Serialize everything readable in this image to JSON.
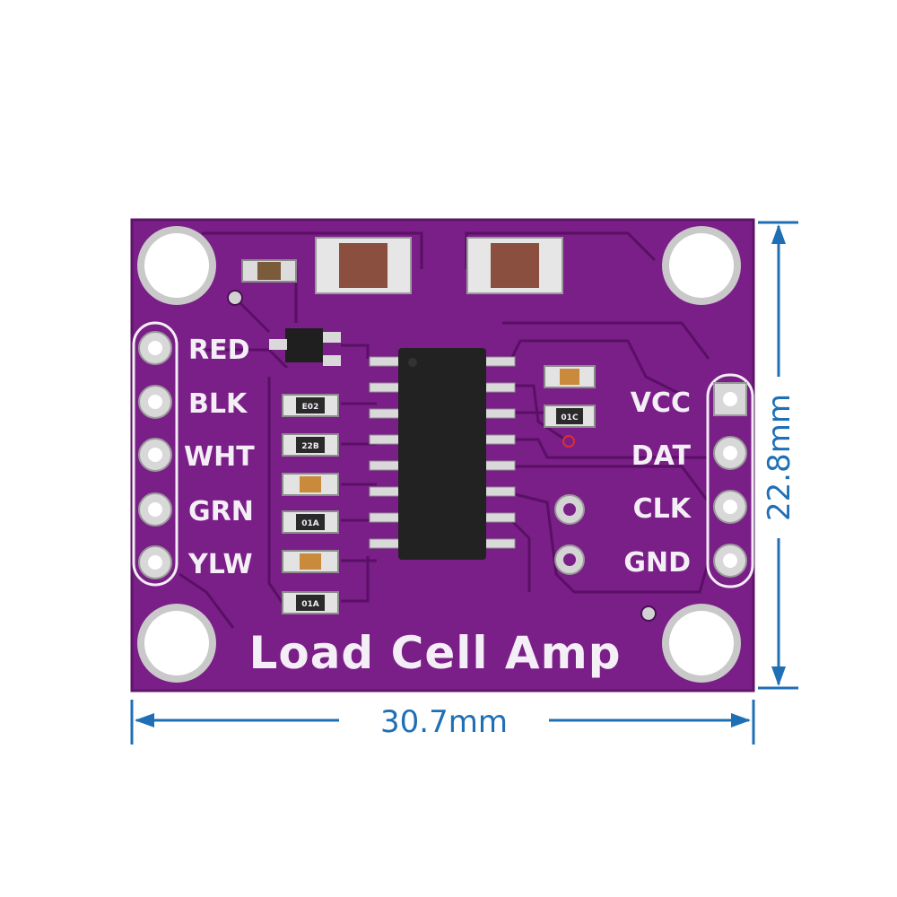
{
  "board": {
    "title": "Load Cell Amp",
    "left_pins": [
      "RED",
      "BLK",
      "WHT",
      "GRN",
      "YLW"
    ],
    "right_pins": [
      "VCC",
      "DAT",
      "CLK",
      "GND"
    ],
    "component_marks": [
      "E02",
      "22B",
      "01A",
      "01A",
      "01C"
    ]
  },
  "dimensions": {
    "width_label": "30.7mm",
    "height_label": "22.8mm"
  },
  "colors": {
    "pcb": "#7a1f87",
    "silkscreen": "#f4eef6",
    "pads": "#cfcfcf",
    "chip": "#222222",
    "dimension_lines": "#1f6fb5"
  }
}
